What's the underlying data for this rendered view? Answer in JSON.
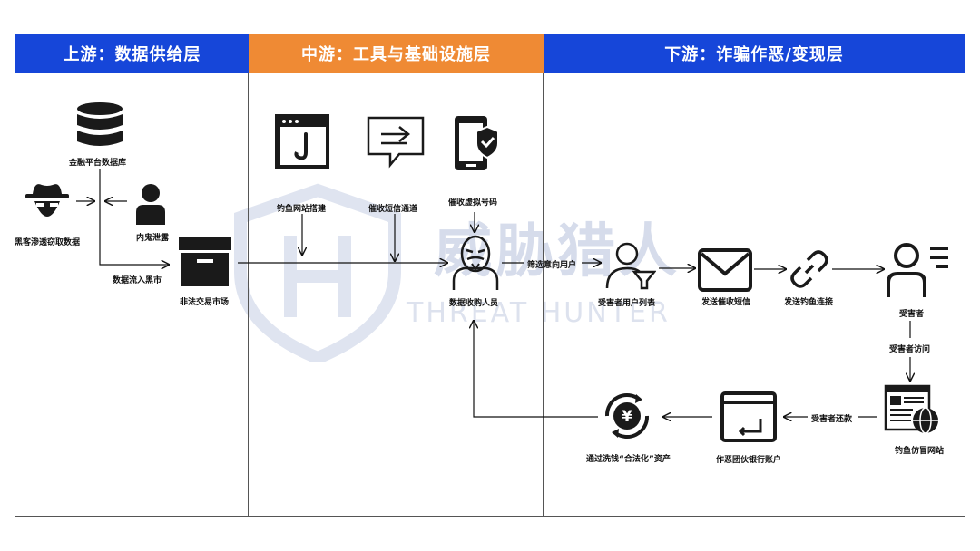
{
  "headers": {
    "upstream": "上游：数据供给层",
    "midstream": "中游：工具与基础设施层",
    "downstream": "下游：诈骗作恶/变现层"
  },
  "watermark": {
    "title": "威胁猎人",
    "subtitle": "THREAT HUNTER"
  },
  "nodes": {
    "finance_db": "金融平台数据库",
    "hacker": "黑客渗透窃取数据",
    "insider": "内鬼泄露",
    "data_flow": "数据流入黑市",
    "black_market": "非法交易市场",
    "phishing_site_build": "钓鱼网站搭建",
    "sms_channel": "催收短信通道",
    "virtual_number": "催收虚拟号码",
    "data_buyer": "数据收购人员",
    "filter_users": "筛选意向用户",
    "victim_list": "受害者用户列表",
    "send_sms": "发送催收短信",
    "send_link": "发送钓鱼连接",
    "victim": "受害者",
    "victim_visit": "受害者访问",
    "fake_site": "钓鱼仿冒网站",
    "victim_repay": "受害者还款",
    "gang_account": "作恶团伙银行账户",
    "launder": "通过洗钱“合法化”资产"
  },
  "colors": {
    "blue": "#1646d9",
    "orange": "#ef8a34",
    "icon": "#1a1a1a"
  }
}
